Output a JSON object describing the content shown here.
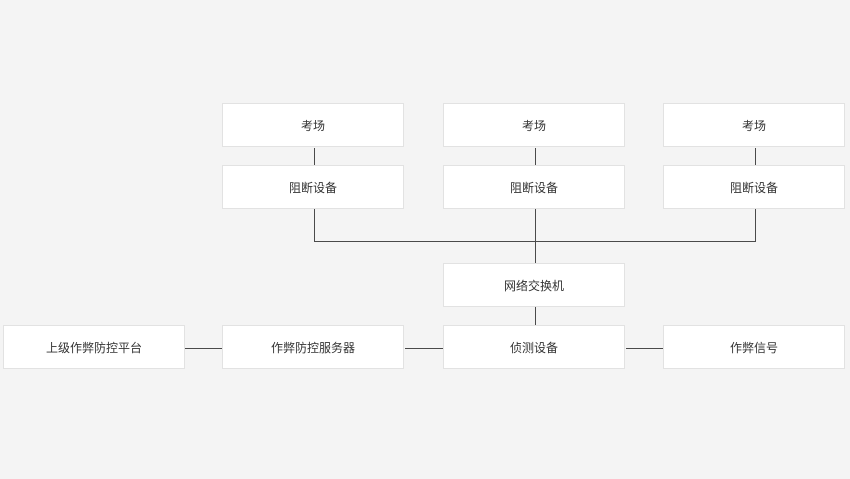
{
  "nodes": {
    "exam_room_1": "考场",
    "exam_room_2": "考场",
    "exam_room_3": "考场",
    "blocker_1": "阻断设备",
    "blocker_2": "阻断设备",
    "blocker_3": "阻断设备",
    "network_switch": "网络交换机",
    "upper_platform": "上级作弊防控平台",
    "anti_cheat_server": "作弊防控服务器",
    "detection_device": "侦测设备",
    "cheating_signal": "作弊信号"
  }
}
